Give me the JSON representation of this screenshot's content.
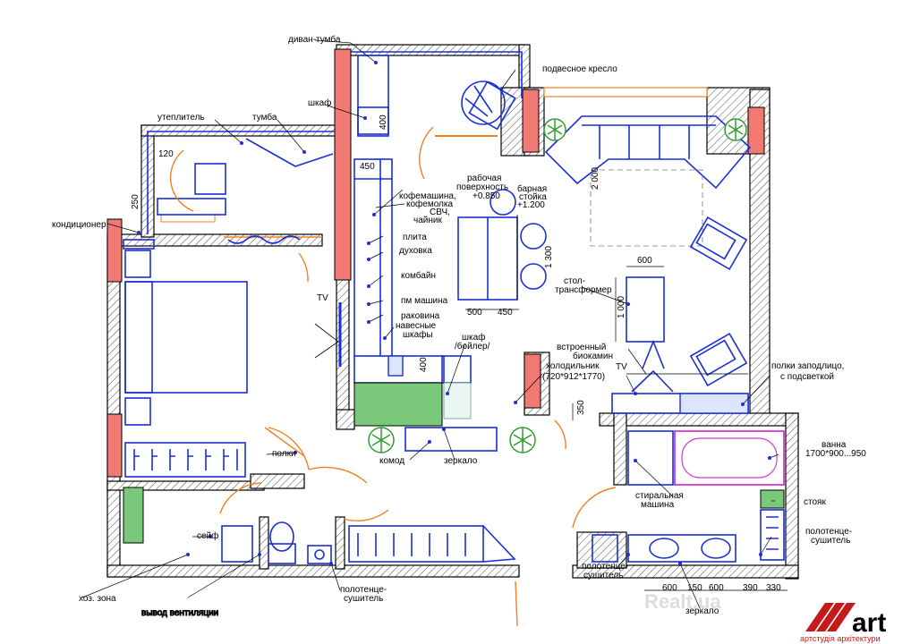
{
  "labels": {
    "divan_tumba": "диван-тумба",
    "shkaf_top": "шкаф",
    "podvesnoe_kreslo": "подвесное кресло",
    "uteplitel": "утеплитель",
    "tumba": "тумба",
    "dim_120": "120",
    "dim_250": "250",
    "dim_400_top": "400",
    "dim_450": "450",
    "konditsioner": "кондиционер",
    "kofemashina": "кофемашина,",
    "kofemolka": "кофемолка",
    "svch": "СВЧ,",
    "chaynik": "чайник",
    "rabochaya": "рабочая",
    "poverkhnost": "поверхность",
    "plus_0850": "+0.850",
    "barnaya": "барная",
    "stoyka": "стойка",
    "plus_1200": "+1.200",
    "dim_2000": "2 000",
    "plita": "плита",
    "dukhovka": "духовка",
    "kombayn": "комбайн",
    "pm_mashina": "пм машина",
    "rakovina": "раковина",
    "navesnye": "навесные",
    "shkafy": "шкафы",
    "dim_1300": "1 300",
    "dim_600_table": "600",
    "stol": "стол-",
    "transformer": "трансформер",
    "dim_1000": "1 000",
    "tv_left": "TV",
    "dim_500": "500",
    "dim_450_b": "450",
    "shkaf_boyler": "шкаф",
    "boyler": "/бойлер/",
    "vstroenny": "встроенный",
    "biokamin": "биокамин",
    "kholodilnik": "холодильник",
    "kholod_dims": "(720*912*1770)",
    "tv_right": "TV",
    "polki_zapodlitsu": "полки заподлицо,",
    "s_podsvetkoy": "с подсветкой",
    "dim_400_mid": "400",
    "dim_350": "350",
    "polki": "полки",
    "komod": "комод",
    "zerkalo_mid": "зеркало",
    "vanna": "ванна",
    "vanna_dims": "1700*900...950",
    "stiralnaya": "стиральная",
    "mashina": "машина",
    "stoyak": "стояк",
    "seyf": "сейф",
    "polotentse_right_1": "полотенце-",
    "polotentse_right_2": "сушитель",
    "polotentse_left_1": "полотенце-",
    "polotentse_left_2": "сушитель",
    "khoz_zona": "хоз. зона",
    "vyvod_ventilyatsii": "вывод вентиляции",
    "polotentse_bottom_1": "полотенце-",
    "polotentse_bottom_2": "сушитель",
    "dim_b600a": "600",
    "dim_b150": "150",
    "dim_b600b": "600",
    "dim_b390": "390",
    "dim_b330": "330",
    "zerkalo_bath": "зеркало",
    "watermark": "Realt.ua",
    "logo_text": "art",
    "logo_sub": "артстудія архітектури"
  },
  "colors": {
    "furniture": "#1a2fd6",
    "pillar": "#f07a73",
    "door_swing": "#f08020",
    "bath_outline": "#d23cc8",
    "green_zone": "#7ac97a",
    "plant": "#2e9e2e"
  },
  "icons": [
    "plant-icon",
    "armchair-icon",
    "hanging-chair-icon",
    "toilet-icon",
    "sink-icon",
    "bathtub-icon",
    "logo-mark-icon"
  ]
}
